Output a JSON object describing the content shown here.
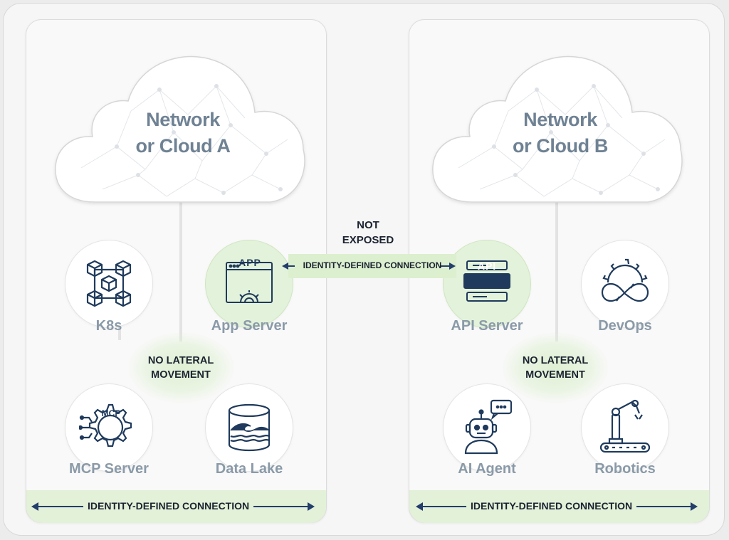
{
  "left_panel": {
    "cloud_title_line1": "Network",
    "cloud_title_line2": "or Cloud A",
    "nodes": [
      {
        "label": "K8s",
        "icon": "kubernetes-cubes-icon"
      },
      {
        "label": "App Server",
        "icon": "app-window-gear-icon"
      },
      {
        "label": "MCP Server",
        "icon": "mcp-gear-icon"
      },
      {
        "label": "Data Lake",
        "icon": "data-lake-cylinder-icon"
      }
    ],
    "no_lateral_line1": "NO LATERAL",
    "no_lateral_line2": "MOVEMENT",
    "connection_label": "IDENTITY-DEFINED CONNECTION"
  },
  "right_panel": {
    "cloud_title_line1": "Network",
    "cloud_title_line2": "or Cloud B",
    "nodes": [
      {
        "label": "API Server",
        "icon": "api-stack-icon"
      },
      {
        "label": "DevOps",
        "icon": "devops-infinity-gear-icon"
      },
      {
        "label": "AI Agent",
        "icon": "robot-chat-icon"
      },
      {
        "label": "Robotics",
        "icon": "robot-arm-conveyor-icon"
      }
    ],
    "no_lateral_line1": "NO LATERAL",
    "no_lateral_line2": "MOVEMENT",
    "connection_label": "IDENTITY-DEFINED CONNECTION"
  },
  "center": {
    "not_exposed_line1": "NOT",
    "not_exposed_line2": "EXPOSED",
    "connection_label": "IDENTITY-DEFINED CONNECTION"
  },
  "icon_labels": {
    "app": "APP",
    "api": "API",
    "mcp": "MCP"
  },
  "colors": {
    "navy": "#1f3a5c",
    "label_gray": "#8a9aa8",
    "cloud_title": "#6f8294",
    "green_fill": "#e2f1d8",
    "arrow_navy": "#233e6b"
  }
}
